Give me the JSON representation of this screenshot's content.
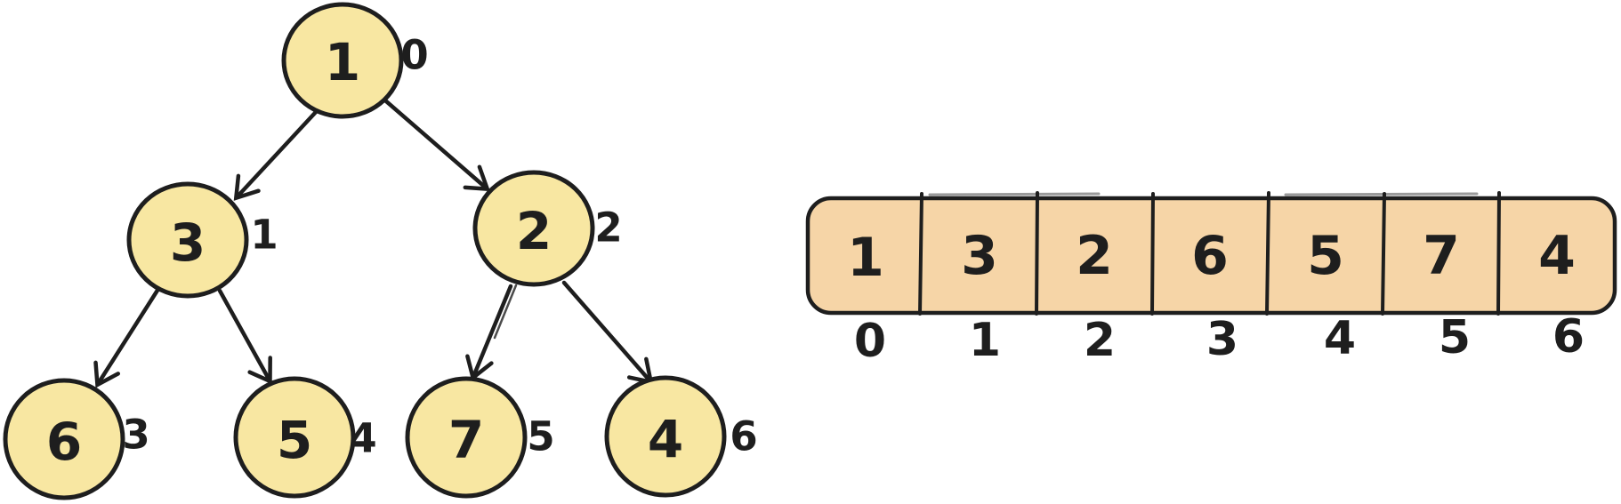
{
  "colors": {
    "ink": "#1e1e1e",
    "tree_node_fill": "#f8e7a2",
    "array_fill": "#f6d5a7"
  },
  "tree": {
    "description_values": "binary tree of 7 nodes with array-index annotations",
    "nodes": [
      {
        "value": "1",
        "index": "0"
      },
      {
        "value": "3",
        "index": "1"
      },
      {
        "value": "2",
        "index": "2"
      },
      {
        "value": "6",
        "index": "3"
      },
      {
        "value": "5",
        "index": "4"
      },
      {
        "value": "7",
        "index": "5"
      },
      {
        "value": "4",
        "index": "6"
      }
    ]
  },
  "array": {
    "cells": [
      {
        "value": "1",
        "index": "0"
      },
      {
        "value": "3",
        "index": "1"
      },
      {
        "value": "2",
        "index": "2"
      },
      {
        "value": "6",
        "index": "3"
      },
      {
        "value": "5",
        "index": "4"
      },
      {
        "value": "7",
        "index": "5"
      },
      {
        "value": "4",
        "index": "6"
      }
    ]
  }
}
